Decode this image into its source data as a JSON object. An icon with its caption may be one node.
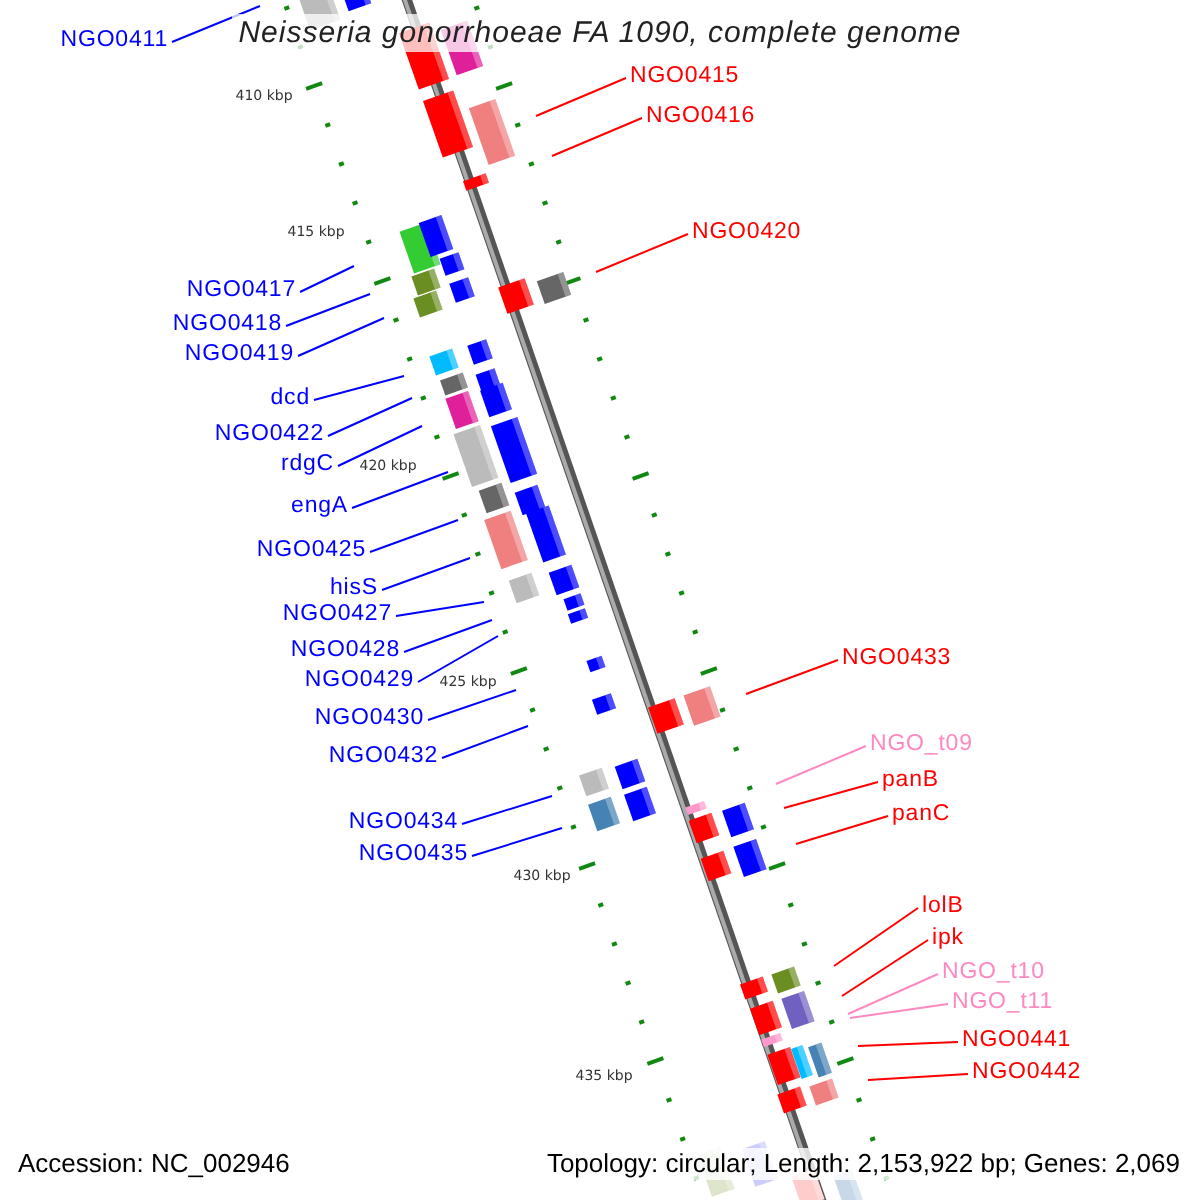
{
  "diagram": {
    "title": "Neisseria gonorrhoeae FA 1090, complete genome",
    "nodes": [
      {
        "text": [
          "NGO0411"
        ]
      },
      {
        "text": [
          "NGO0415"
        ]
      },
      {
        "text": [
          "NGO0416"
        ]
      },
      {
        "text": [
          "NGO0420"
        ]
      },
      {
        "text": [
          "NGO0417"
        ]
      },
      {
        "text": [
          "NGO0418"
        ]
      },
      {
        "text": [
          "NGO0419"
        ]
      },
      {
        "text": [
          "dcd"
        ]
      },
      {
        "text": [
          "NGO0422"
        ]
      },
      {
        "text": [
          "rdgC"
        ]
      },
      {
        "text": [
          "engA"
        ]
      },
      {
        "text": [
          "NGO0425"
        ]
      },
      {
        "text": [
          "hisS"
        ]
      },
      {
        "text": [
          "NGO0427"
        ]
      },
      {
        "text": [
          "NGO0428"
        ]
      },
      {
        "text": [
          "NGO0433"
        ]
      },
      {
        "text": [
          "NGO0429"
        ]
      },
      {
        "text": [
          "NGO0430"
        ]
      },
      {
        "text": [
          "NGO_t09"
        ]
      },
      {
        "text": [
          "NGO0432"
        ]
      },
      {
        "text": [
          "panB"
        ]
      },
      {
        "text": [
          "panC"
        ]
      },
      {
        "text": [
          "NGO0434"
        ]
      },
      {
        "text": [
          "NGO0435"
        ]
      },
      {
        "text": [
          "lolB"
        ]
      },
      {
        "text": [
          "ipk"
        ]
      },
      {
        "text": [
          "NGO_t10"
        ]
      },
      {
        "text": [
          "NGO_t11"
        ]
      },
      {
        "text": [
          "NGO0441"
        ]
      },
      {
        "text": [
          "NGO0442"
        ]
      }
    ],
    "edges": [
      {
        "from": 0,
        "to": null,
        "arrow": "none"
      },
      {
        "from": 1,
        "to": null,
        "arrow": "none",
        "color": "#ff0000"
      },
      {
        "from": 2,
        "to": null,
        "arrow": "none",
        "color": "#ff0000"
      },
      {
        "from": 3,
        "to": null,
        "arrow": "none",
        "color": "#ff0000"
      },
      {
        "from": 4,
        "to": null,
        "arrow": "none"
      },
      {
        "from": 5,
        "to": null,
        "arrow": "none"
      },
      {
        "from": 6,
        "to": null,
        "arrow": "none"
      },
      {
        "from": 7,
        "to": null,
        "arrow": "none"
      },
      {
        "from": 8,
        "to": null,
        "arrow": "none"
      },
      {
        "from": 9,
        "to": null,
        "arrow": "none"
      },
      {
        "from": 10,
        "to": null,
        "arrow": "none"
      },
      {
        "from": 11,
        "to": null,
        "arrow": "none"
      },
      {
        "from": 12,
        "to": null,
        "arrow": "none"
      },
      {
        "from": 13,
        "to": null,
        "arrow": "none"
      },
      {
        "from": 14,
        "to": null,
        "arrow": "none"
      },
      {
        "from": 15,
        "to": null,
        "arrow": "none",
        "color": "#ff0000"
      },
      {
        "from": 16,
        "to": null,
        "arrow": "none"
      },
      {
        "from": 17,
        "to": null,
        "arrow": "none"
      },
      {
        "from": 18,
        "to": null,
        "arrow": "none",
        "color": "#ff88c0"
      },
      {
        "from": 19,
        "to": null,
        "arrow": "none"
      },
      {
        "from": 20,
        "to": null,
        "arrow": "none",
        "color": "#ff0000"
      },
      {
        "from": 21,
        "to": null,
        "arrow": "none",
        "color": "#ff0000"
      },
      {
        "from": 22,
        "to": null,
        "arrow": "none"
      },
      {
        "from": 23,
        "to": null,
        "arrow": "none"
      },
      {
        "from": 24,
        "to": null,
        "arrow": "none",
        "color": "#ff0000"
      },
      {
        "from": 25,
        "to": null,
        "arrow": "none",
        "color": "#ff0000"
      },
      {
        "from": 26,
        "to": null,
        "arrow": "none",
        "color": "#ff88c0"
      },
      {
        "from": 27,
        "to": null,
        "arrow": "none",
        "color": "#ff88c0"
      },
      {
        "from": 28,
        "to": null,
        "arrow": "none",
        "color": "#ff0000"
      },
      {
        "from": 29,
        "to": null,
        "arrow": "none",
        "color": "#ff0000"
      }
    ],
    "labels": [
      "410 kbp",
      "415 kbp",
      "420 kbp",
      "425 kbp",
      "430 kbp",
      "435 kbp",
      "Accession: NC_002946",
      "Topology: circular; Length: 2,153,922 bp; Genes: 2,069"
    ]
  }
}
